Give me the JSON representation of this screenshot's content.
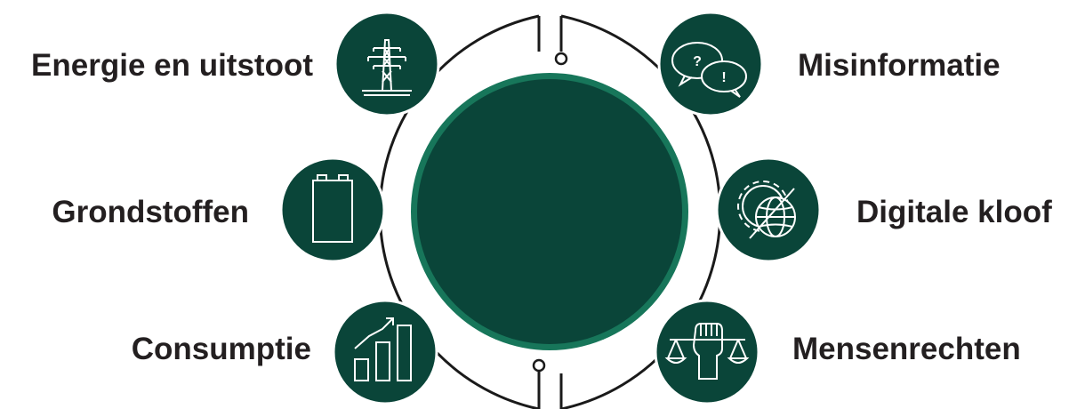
{
  "colors": {
    "dark_green": "#0a4539",
    "ring_accent": "#17765a",
    "outline": "#1a1a1a",
    "label_text": "#231f20"
  },
  "topics": {
    "energie": {
      "label": "Energie en uitstoot",
      "icon": "power-pylon-icon"
    },
    "grondstoffen": {
      "label": "Grondstoffen",
      "icon": "battery-icon"
    },
    "consumptie": {
      "label": "Consumptie",
      "icon": "growth-bar-chart-icon"
    },
    "misinformatie": {
      "label": "Misinformatie",
      "icon": "speech-bubbles-icon"
    },
    "digitale_kloof": {
      "label": "Digitale kloof",
      "icon": "gear-globe-icon"
    },
    "mensenrechten": {
      "label": "Mensenrechten",
      "icon": "fist-scales-icon"
    }
  },
  "bubble_glyphs": {
    "question": "?",
    "exclamation": "!"
  }
}
